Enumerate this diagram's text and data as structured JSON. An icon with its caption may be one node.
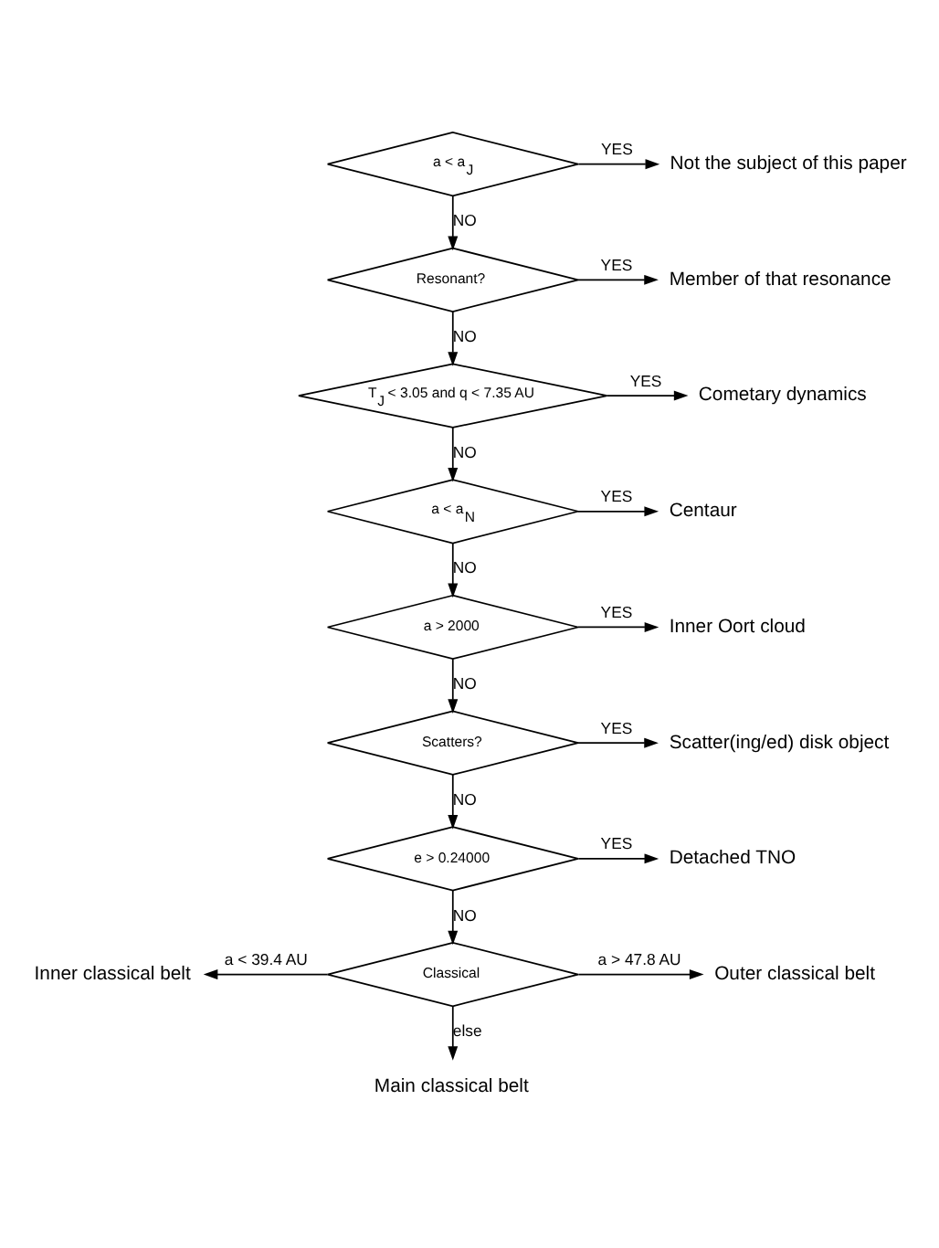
{
  "diagram": {
    "nodes": [
      {
        "text": [
          "a < a$_{J}$"
        ]
      },
      {
        "text": [
          "Not the subject of this paper"
        ]
      },
      {
        "text": [
          "Resonant?"
        ]
      },
      {
        "text": [
          "Member of that resonance"
        ]
      },
      {
        "text": [
          "T$_{J}$ < 3.05 and q < 7.35 AU"
        ]
      },
      {
        "text": [
          "Cometary dynamics"
        ]
      },
      {
        "text": [
          "a < a$_{N}$"
        ]
      },
      {
        "text": [
          "Centaur"
        ]
      },
      {
        "text": [
          "a > 2000"
        ]
      },
      {
        "text": [
          "Inner Oort cloud"
        ]
      },
      {
        "text": [
          "Scatters?"
        ]
      },
      {
        "text": [
          "Scatter(ing/ed) disk object"
        ]
      },
      {
        "text": [
          "e > 0.24000"
        ]
      },
      {
        "text": [
          "Detached TNO"
        ]
      },
      {
        "text": [
          "Classical"
        ]
      },
      {
        "text": [
          "Inner classical belt"
        ]
      },
      {
        "text": [
          "Outer classical belt"
        ]
      },
      {
        "text": [
          "Main classical belt"
        ]
      }
    ],
    "edges": [
      {
        "from": 0,
        "to": 1,
        "arrow": "to",
        "label": "YES"
      },
      {
        "from": 0,
        "to": 2,
        "arrow": "to",
        "label": "NO"
      },
      {
        "from": 2,
        "to": 3,
        "arrow": "to",
        "label": "YES"
      },
      {
        "from": 2,
        "to": 4,
        "arrow": "to",
        "label": "NO"
      },
      {
        "from": 4,
        "to": 5,
        "arrow": "to",
        "label": "YES"
      },
      {
        "from": 4,
        "to": 6,
        "arrow": "to",
        "label": "NO"
      },
      {
        "from": 6,
        "to": 7,
        "arrow": "to",
        "label": "YES"
      },
      {
        "from": 6,
        "to": 8,
        "arrow": "to",
        "label": "NO"
      },
      {
        "from": 8,
        "to": 9,
        "arrow": "to",
        "label": "YES"
      },
      {
        "from": 8,
        "to": 10,
        "arrow": "to",
        "label": "NO"
      },
      {
        "from": 10,
        "to": 11,
        "arrow": "to",
        "label": "YES"
      },
      {
        "from": 10,
        "to": 12,
        "arrow": "to",
        "label": "NO"
      },
      {
        "from": 12,
        "to": 13,
        "arrow": "to",
        "label": "YES"
      },
      {
        "from": 12,
        "to": 14,
        "arrow": "to",
        "label": "NO"
      },
      {
        "from": 14,
        "to": 15,
        "arrow": "to",
        "label": "a < 39.4 AU"
      },
      {
        "from": 14,
        "to": 16,
        "arrow": "to",
        "label": "a > 47.8 AU"
      },
      {
        "from": 14,
        "to": 17,
        "arrow": "to",
        "label": "else"
      }
    ]
  }
}
